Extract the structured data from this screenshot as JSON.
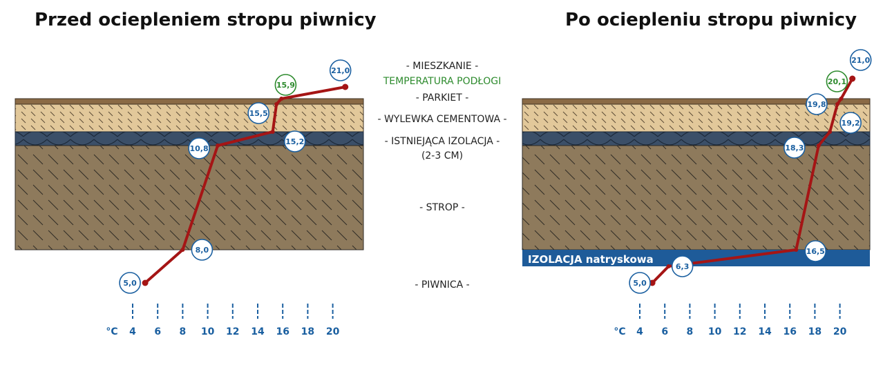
{
  "titles": {
    "left": "Przed ociepleniem stropu piwnicy",
    "right": "Po ociepleniu stropu piwnicy"
  },
  "layers": {
    "mieszkanie": "- MIESZKANIE -",
    "temperatura": "TEMPERATURA PODŁOGI",
    "parkiet": "- PARKIET -",
    "wylewka": "- WYLEWKA CEMENTOWA -",
    "izolacja": "- ISTNIEJĄCA IZOLACJA -",
    "izolacja_sub": "(2-3 CM)",
    "strop": "- STROP -",
    "piwnica": "- PIWNICA -"
  },
  "spray_insulation_label": "IZOLACJA natryskowa",
  "axis": {
    "unit": "°C",
    "ticks": [
      "4",
      "6",
      "8",
      "10",
      "12",
      "14",
      "16",
      "18",
      "20"
    ]
  },
  "colors": {
    "profile_line": "#a51515",
    "bubble_border": "#1a5fa0",
    "floor_temp": "#2e8b2e",
    "parquet": "#8a6a45",
    "screed": "#e2c89a",
    "old_insulation": "#3b4f68",
    "slab": "#8e7a5c",
    "spray_insulation": "#1e5b99"
  },
  "profiles": {
    "before": [
      {
        "label": "5,0",
        "value": 5.0,
        "layer": "piwnica",
        "floor": false
      },
      {
        "label": "8,0",
        "value": 8.0,
        "layer": "strop-bottom",
        "floor": false
      },
      {
        "label": "10,8",
        "value": 10.8,
        "layer": "strop-top",
        "floor": false
      },
      {
        "label": "15,2",
        "value": 15.2,
        "layer": "izolacja-top",
        "floor": false
      },
      {
        "label": "15,5",
        "value": 15.5,
        "layer": "wylewka-top",
        "floor": false
      },
      {
        "label": "15,9",
        "value": 15.9,
        "layer": "parkiet-top",
        "floor": true
      },
      {
        "label": "21,0",
        "value": 21.0,
        "layer": "mieszkanie",
        "floor": false
      }
    ],
    "after": [
      {
        "label": "5,0",
        "value": 5.0,
        "layer": "piwnica",
        "floor": false
      },
      {
        "label": "6,3",
        "value": 6.3,
        "layer": "izolacja-natryskowa-bottom",
        "floor": false
      },
      {
        "label": "16,5",
        "value": 16.5,
        "layer": "strop-bottom",
        "floor": false
      },
      {
        "label": "18,3",
        "value": 18.3,
        "layer": "strop-top",
        "floor": false
      },
      {
        "label": "19,2",
        "value": 19.2,
        "layer": "izolacja-top",
        "floor": false
      },
      {
        "label": "19,8",
        "value": 19.8,
        "layer": "wylewka-top",
        "floor": false
      },
      {
        "label": "20,1",
        "value": 20.1,
        "layer": "parkiet-top",
        "floor": true
      },
      {
        "label": "21,0",
        "value": 21.0,
        "layer": "mieszkanie",
        "floor": false
      }
    ]
  }
}
